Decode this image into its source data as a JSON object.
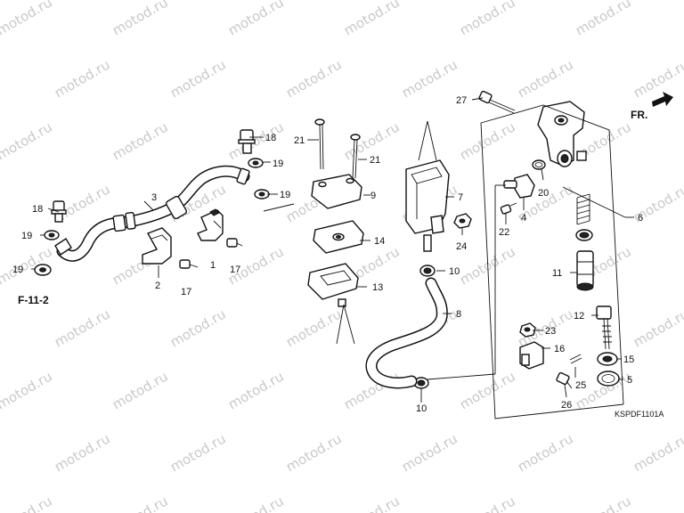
{
  "watermark": {
    "text": "motod.ru"
  },
  "diagram": {
    "code": "KSPDF1101A",
    "direction_label": "FR.",
    "reference_label": "F-11-2",
    "callouts": {
      "c1": "1",
      "c2": "2",
      "c3": "3",
      "c4": "4",
      "c5": "5",
      "c6": "6",
      "c7": "7",
      "c8": "8",
      "c9": "9",
      "c10a": "10",
      "c10b": "10",
      "c11": "11",
      "c12": "12",
      "c13": "13",
      "c14": "14",
      "c15": "15",
      "c16": "16",
      "c17a": "17",
      "c17b": "17",
      "c18a": "18",
      "c18b": "18",
      "c19a": "19",
      "c19b": "19",
      "c19c": "19",
      "c19d": "19",
      "c20": "20",
      "c21a": "21",
      "c21b": "21",
      "c22": "22",
      "c23": "23",
      "c24": "24",
      "c25": "25",
      "c26": "26",
      "c27": "27"
    }
  }
}
